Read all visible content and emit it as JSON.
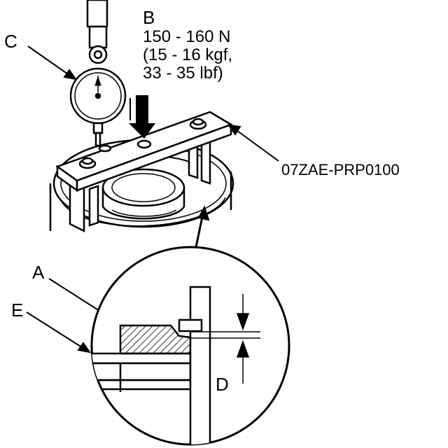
{
  "labels": {
    "a": "A",
    "b": "B",
    "c": "C",
    "d": "D",
    "e": "E"
  },
  "spec": {
    "line1": "150 - 160 N",
    "line2": "(15 - 16 kgf,",
    "line3": "33 - 35 lbf)"
  },
  "tool_part_number": "07ZAE-PRP0100",
  "colors": {
    "ink": "#000000",
    "paper": "#ffffff"
  }
}
